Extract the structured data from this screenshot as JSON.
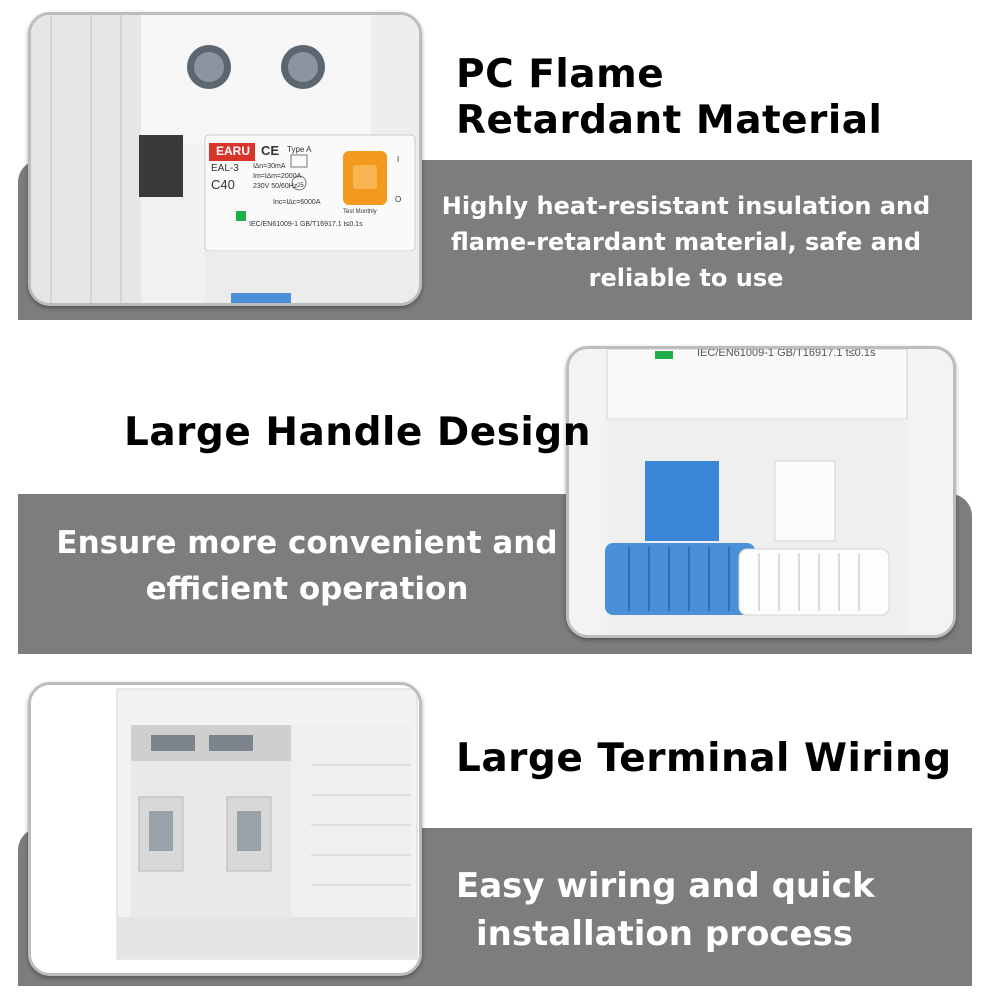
{
  "colors": {
    "band": "#7d7d7d",
    "heading": "#000000",
    "desc": "#ffffff",
    "blue_handle": "#4a8fd8",
    "orange_button": "#f39a1e",
    "brand_red": "#d9342b"
  },
  "sections": [
    {
      "heading_lines": [
        "PC Flame",
        "Retardant Material"
      ],
      "description_lines": [
        "Highly heat-resistant insulation and",
        "flame-retardant material, safe and",
        "reliable to use"
      ]
    },
    {
      "heading_lines": [
        "Large Handle Design"
      ],
      "description_lines": [
        "Ensure more convenient and",
        "efficient operation"
      ]
    },
    {
      "heading_lines": [
        "Large Terminal Wiring"
      ],
      "description_lines": [
        "Easy wiring and quick",
        "installation process"
      ]
    }
  ],
  "product_label": {
    "brand": "EARU",
    "ce_mark": "CE",
    "type": "Type A",
    "model": "EAL-3",
    "rating": "C40",
    "spec1": "I∆n=30mA",
    "spec2": "Im=I∆m=2000A",
    "spec3": "230V 50/60Hz",
    "spec4": "Inc=I∆c=6000A",
    "test": "Test Monthly",
    "standards": "IEC/EN61009-1  GB/T16917.1  t≤0.1s",
    "class": "25",
    "on": "I",
    "off": "O"
  }
}
